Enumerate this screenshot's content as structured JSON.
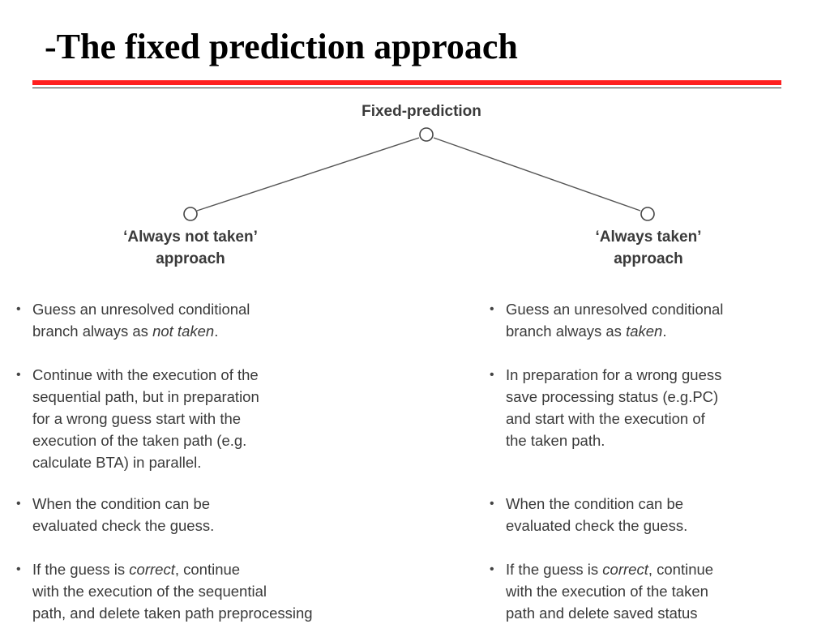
{
  "slide": {
    "title": "-The fixed prediction approach"
  },
  "colors": {
    "title_rule": "#ff1f1f",
    "text": "#3a3a3a"
  },
  "tree": {
    "root": "Fixed-prediction",
    "left": {
      "line1": "‘Always not taken’",
      "line2": "approach"
    },
    "right": {
      "line1": "‘Always taken’",
      "line2": "approach"
    }
  },
  "left_column": {
    "b1": {
      "l1": "Guess an unresolved conditional",
      "l2_pre": "branch always as ",
      "l2_em": "not taken",
      "l2_post": "."
    },
    "b2": {
      "l1": "Continue with the execution of the",
      "l2": "sequential path, but in preparation",
      "l3": "for a wrong guess start with the",
      "l4": "execution of the taken path (e.g.",
      "l5": "calculate BTA) in parallel."
    },
    "b3": {
      "l1": "When the condition can be",
      "l2": "evaluated check the guess."
    },
    "b4": {
      "l1_pre": "If the guess is ",
      "l1_em": "correct",
      "l1_post": ", continue",
      "l2": "with the execution of the sequential",
      "l3": "path, and delete taken path preprocessing"
    }
  },
  "right_column": {
    "b1": {
      "l1": "Guess an unresolved conditional",
      "l2_pre": "branch always as ",
      "l2_em": "taken",
      "l2_post": "."
    },
    "b2": {
      "l1": "In preparation for a wrong guess",
      "l2": "save processing status (e.g.PC)",
      "l3": "and start with the execution of",
      "l4": "the taken path."
    },
    "b3": {
      "l1": "When the condition can be",
      "l2": "evaluated check the guess."
    },
    "b4": {
      "l1_pre": "If the guess is ",
      "l1_em": "correct",
      "l1_post": ", continue",
      "l2": "with the execution of the taken",
      "l3": "path and delete saved status"
    }
  }
}
